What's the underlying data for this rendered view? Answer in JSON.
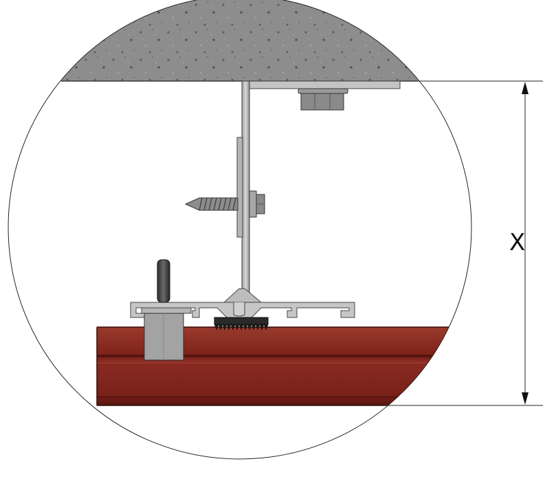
{
  "dimension": {
    "label": "X"
  },
  "components": {
    "ceiling": "concrete-ceiling-slab",
    "hanger": "z-shaped-aluminium-hanger-bracket",
    "bolt": "hex-bolt-anchor",
    "screw": "hex-head-self-tapping-screw",
    "rail": "aluminium-carrier-rail",
    "clip": "spring-clip",
    "stud": "threaded-stud",
    "gasket": "ribbed-rubber-gasket",
    "panel": "red-wood-grain-cladding-panel"
  },
  "colors": {
    "concrete": "#8f8f8f",
    "metal": "#c2c2c2",
    "metal_dark": "#7a7a7a",
    "panel": "#8a2a22",
    "line": "#222222"
  }
}
